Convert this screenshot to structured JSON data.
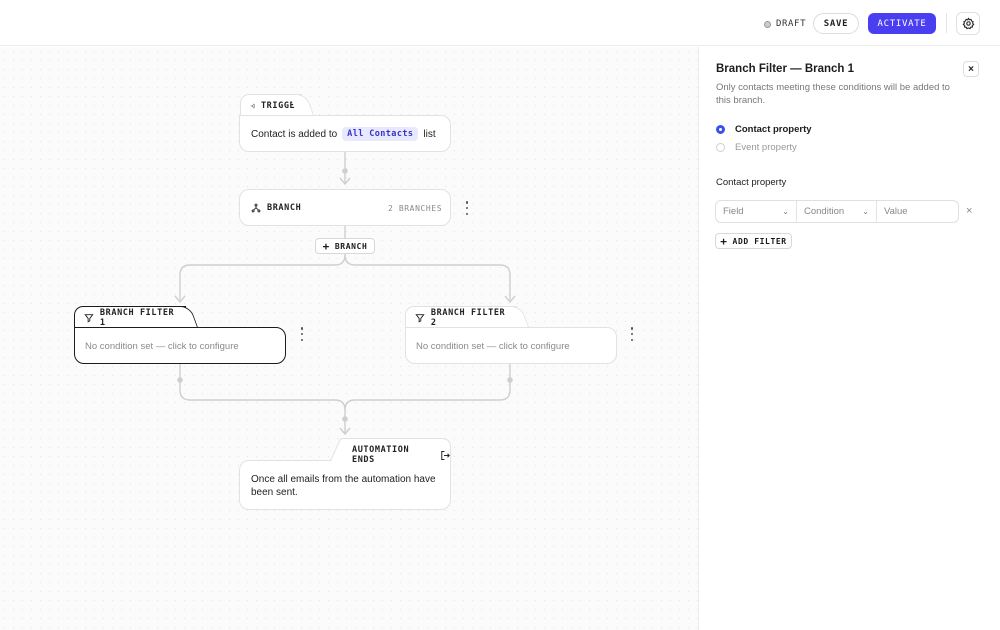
{
  "topbar": {
    "status_label": "DRAFT",
    "save_label": "SAVE",
    "activate_label": "ACTIVATE",
    "settings_icon": "gear-icon",
    "accent_color": "#4a3ff0"
  },
  "canvas": {
    "trigger": {
      "tab_label": "TRIGGER",
      "icon": "enter-icon",
      "text_before": "Contact is added to",
      "list_name": "All Contacts",
      "text_after": "list"
    },
    "branch": {
      "label": "BRANCH",
      "icon": "branch-icon",
      "count_label": "2 BRANCHES"
    },
    "add_branch_label": "BRANCH",
    "filters": [
      {
        "tab_label": "BRANCH FILTER 1",
        "icon": "filter-icon",
        "placeholder": "No condition set — click to configure",
        "selected": true
      },
      {
        "tab_label": "BRANCH FILTER 2",
        "icon": "filter-icon",
        "placeholder": "No condition set — click to configure",
        "selected": false
      }
    ],
    "end": {
      "tab_label": "AUTOMATION ENDS",
      "icon": "exit-icon",
      "text": "Once all emails from the automation have been sent."
    }
  },
  "panel": {
    "title": "Branch Filter — Branch 1",
    "description": "Only contacts meeting these conditions will be added to this branch.",
    "options": [
      {
        "label": "Contact property",
        "selected": true
      },
      {
        "label": "Event property",
        "selected": false
      }
    ],
    "section_label": "Contact property",
    "condition_row": {
      "field_placeholder": "Field",
      "condition_placeholder": "Condition",
      "value_placeholder": "Value"
    },
    "add_filter_label": "ADD FILTER"
  }
}
